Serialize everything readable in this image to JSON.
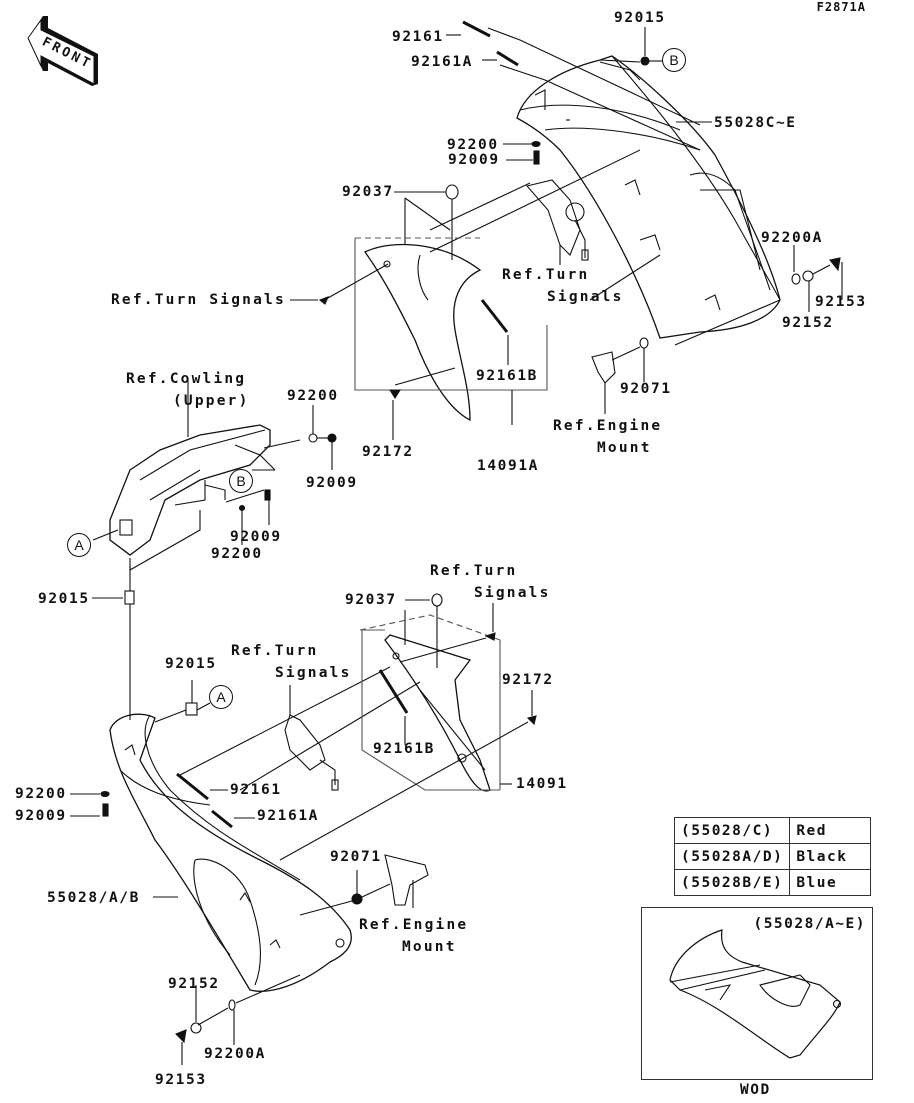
{
  "figure_code": "F2871A",
  "front_indicator": "FRONT",
  "circle_refs": {
    "a": "A",
    "b": "B"
  },
  "labels": {
    "p92161_top": "92161",
    "p92161a_top": "92161A",
    "p92015_top": "92015",
    "p55028c_e": "55028C~E",
    "p92200_top": "92200",
    "p92009_top": "92009",
    "p92037_top": "92037",
    "ref_turn_signals_left": "Ref.Turn Signals",
    "ref_turn_signals_upper_1": "Ref.Turn",
    "ref_turn_signals_upper_2": "Signals",
    "p92200a_right": "92200A",
    "p92153_right": "92153",
    "p92152_right": "92152",
    "p92161b_top": "92161B",
    "p92071_top": "92071",
    "ref_engine_mount_upper_1": "Ref.Engine",
    "ref_engine_mount_upper_2": "Mount",
    "p92172_top": "92172",
    "p14091a": "14091A",
    "ref_cowling_upper_1": "Ref.Cowling",
    "ref_cowling_upper_2": "(Upper)",
    "p92200_mid": "92200",
    "p92009_mid": "92009",
    "p92009_mid2": "92009",
    "p92200_mid2": "92200",
    "p92015_mid": "92015",
    "ref_turn_signals_mid_1": "Ref.Turn",
    "ref_turn_signals_mid_2": "Signals",
    "p92037_bottom": "92037",
    "p92015_bottom": "92015",
    "ref_turn_signals_bottom_1": "Ref.Turn",
    "ref_turn_signals_bottom_2": "Signals",
    "p92172_bottom": "92172",
    "p92161b_bottom": "92161B",
    "p14091": "14091",
    "p92161_bottom": "92161",
    "p92161a_bottom": "92161A",
    "p92200_bottom": "92200",
    "p92009_bottom": "92009",
    "p92071_bottom": "92071",
    "ref_engine_mount_bottom_1": "Ref.Engine",
    "ref_engine_mount_bottom_2": "Mount",
    "p55028_a_b": "55028/A/B",
    "p92152_bottom": "92152",
    "p92200a_bottom": "92200A",
    "p92153_bottom": "92153"
  },
  "color_table": [
    {
      "part": "(55028/C)",
      "color": "Red"
    },
    {
      "part": "(55028A/D)",
      "color": "Black"
    },
    {
      "part": "(55028B/E)",
      "color": "Blue"
    }
  ],
  "inset": {
    "title": "(55028/A~E)",
    "code": "WOD"
  }
}
